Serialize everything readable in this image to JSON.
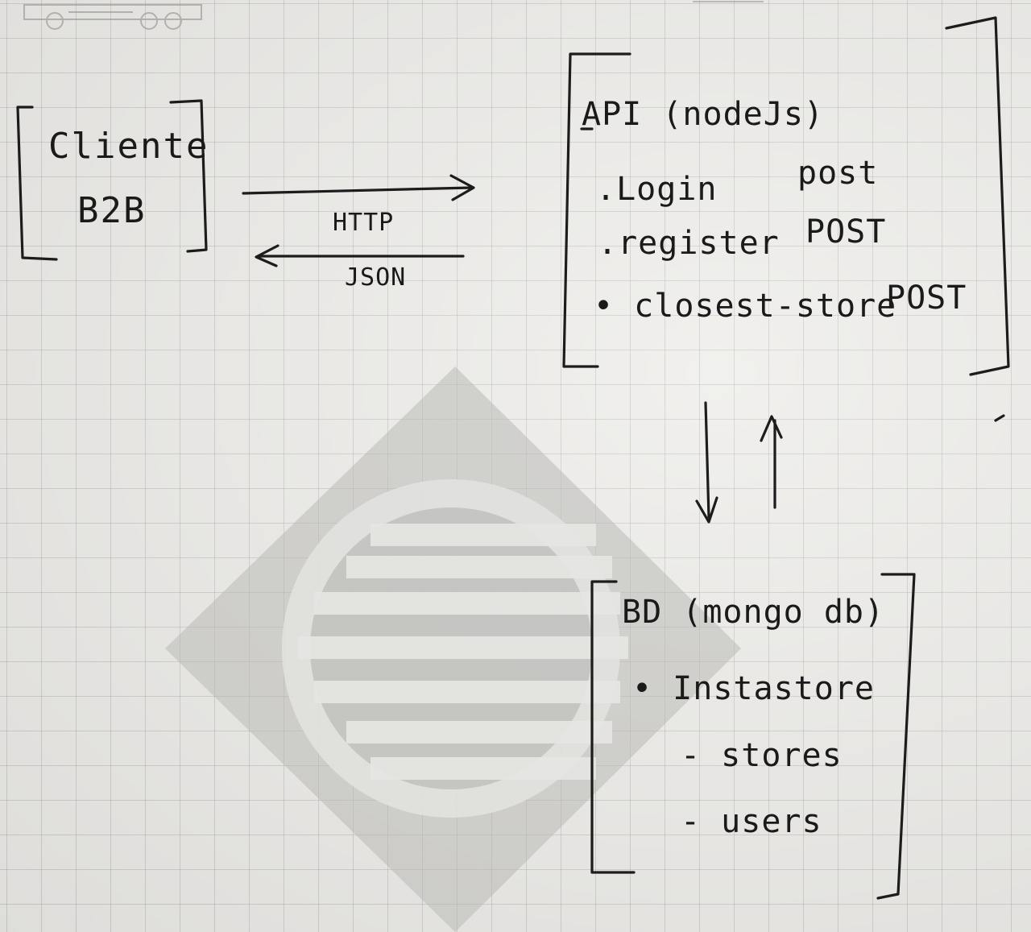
{
  "client": {
    "line1": "Cliente",
    "line2": "B2B"
  },
  "protocol": {
    "request": "HTTP",
    "response": "JSON"
  },
  "api": {
    "title": "API (nodeJs)",
    "endpoints": [
      {
        "name": ".Login",
        "method": "post"
      },
      {
        "name": ".register",
        "method": "POST"
      },
      {
        "name": "• closest-store",
        "method": "POST"
      }
    ]
  },
  "database": {
    "title": "BD (mongo db)",
    "name": "• Instastore",
    "collections": [
      "- stores",
      "- users"
    ]
  }
}
